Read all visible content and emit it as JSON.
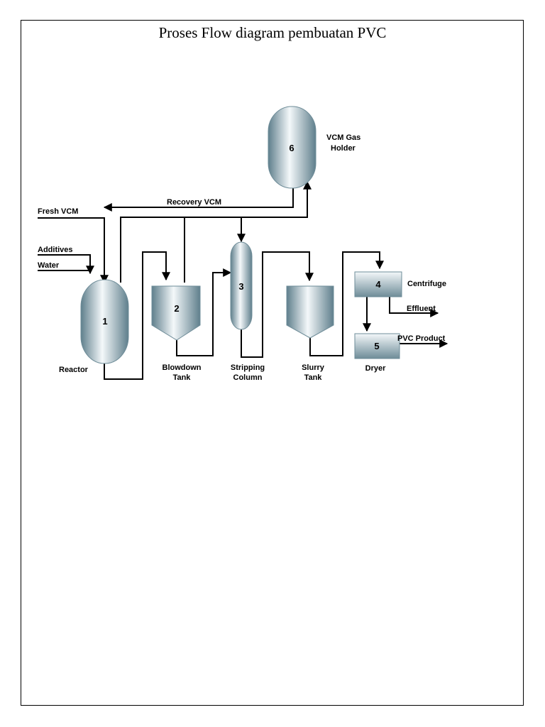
{
  "title": "Proses Flow diagram pembuatan PVC",
  "equipment": [
    {
      "number": "1",
      "name": "Reactor"
    },
    {
      "number": "2",
      "name_line1": "Blowdown",
      "name_line2": "Tank"
    },
    {
      "number": "3",
      "name_line1": "Stripping",
      "name_line2": "Column"
    },
    {
      "number": "4",
      "name": "Centrifuge"
    },
    {
      "number": "5",
      "name": "Dryer"
    },
    {
      "number": "6",
      "name_line1": "VCM Gas",
      "name_line2": "Holder"
    },
    {
      "name_line1": "Slurry",
      "name_line2": "Tank"
    }
  ],
  "streams": {
    "fresh_vcm": "Fresh VCM",
    "recovery_vcm": "Recovery VCM",
    "additives": "Additives",
    "water": "Water",
    "effluent": "Effluent",
    "pvc_product": "PVC Product"
  },
  "colors": {
    "vessel_dark": "#6e8c98",
    "vessel_light": "#f4f8fa",
    "line": "#000000"
  }
}
